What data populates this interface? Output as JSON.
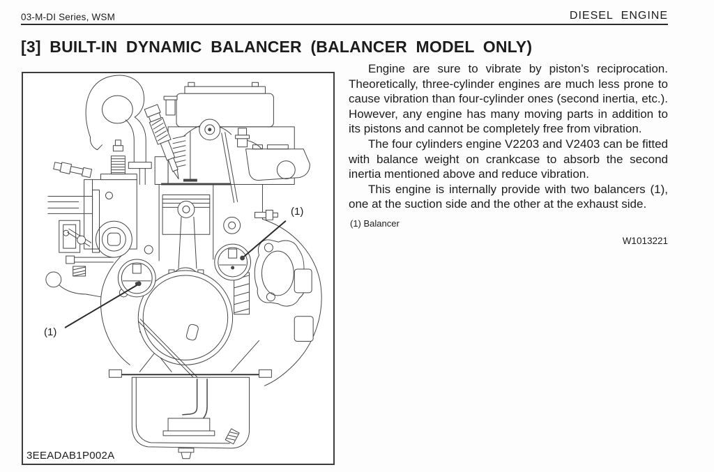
{
  "header": {
    "left": "03-M-DI Series, WSM",
    "right": "DIESEL ENGINE"
  },
  "title": "[3] BUILT-IN DYNAMIC BALANCER (BALANCER MODEL ONLY)",
  "figure": {
    "caption": "3EEADAB1P002A",
    "callout_1": "(1)",
    "callout_2": "(1)",
    "drawing": "engine-cross-section-with-two-balancers"
  },
  "body": {
    "para1": "Engine are sure to vibrate by piston’s reciprocation. Theoretically, three-cylinder engines are much less prone to cause vibration than four-cylinder ones (second inertia, etc.).  However, any engine has many moving parts in addition to its pistons and cannot be completely free from vibration.",
    "para2": "The four cylinders engine V2203 and V2403 can be fitted with balance weight on crankcase to absorb the second inertia mentioned above and reduce vibration.",
    "para3": "This engine is internally provide with two balancers (1), one at the suction side and the other at the exhaust side.",
    "footnote": "(1) Balancer",
    "ref_code": "W1013221"
  },
  "colors": {
    "ink": "#1c1c1c",
    "line": "#454545",
    "rule": "#2b2b2b"
  }
}
